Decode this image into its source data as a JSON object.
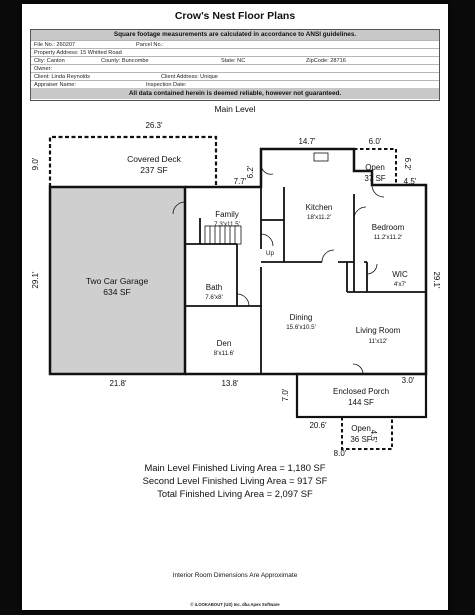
{
  "title": "Crow's Nest Floor Plans",
  "header_note": "Square footage measurements are calculated in accordance to ANSI guidelines.",
  "fields": {
    "file_no": "File No.: 260207",
    "parcel_no": "Parcel No.:",
    "property_address": "Property Address: 15 Whitted Road",
    "city": "City: Canton",
    "county": "County: Buncombe",
    "state": "State: NC",
    "zip": "ZipCode: 28716",
    "owner": "Owner:",
    "client": "Client: Linda Reynolds",
    "client_address": "Client Address: Unique",
    "appraiser": "Appraiser Name:",
    "inspection_date": "Inspection Date:"
  },
  "disclaimer": "All data contained herein is deemed reliable, however not guaranteed.",
  "level_title": "Main Level",
  "rooms": {
    "covered_deck": {
      "name": "Covered Deck",
      "area": "237 SF"
    },
    "garage": {
      "name": "Two Car Garage",
      "area": "634 SF"
    },
    "family": {
      "name": "Family",
      "dims": "7.3'x11.5'"
    },
    "kitchen": {
      "name": "Kitchen",
      "dims": "18'x11.2'"
    },
    "open_top": {
      "name": "Open",
      "area": "37 SF"
    },
    "bedroom": {
      "name": "Bedroom",
      "dims": "11.2'x11.2'"
    },
    "wic": {
      "name": "WIC",
      "dims": "4'x7'"
    },
    "bath": {
      "name": "Bath",
      "dims": "7.6'x8'"
    },
    "den": {
      "name": "Den",
      "dims": "8'x11.6'"
    },
    "dining": {
      "name": "Dining",
      "dims": "15.6'x10.5'"
    },
    "living": {
      "name": "Living Room",
      "dims": "11'x12'"
    },
    "porch": {
      "name": "Enclosed Porch",
      "area": "144 SF"
    },
    "open_bottom": {
      "name": "Open",
      "area": "36 SF"
    },
    "stairs_label": "Up"
  },
  "dimensions": {
    "deck_width": "26.3'",
    "deck_depth": "9.0'",
    "kitchen_width": "14.7'",
    "open_top_width": "6.0'",
    "open_top_depth": "6.2'",
    "family_offset": "7.7'",
    "kitchen_step": "6.2'",
    "right_offset": "4.5'",
    "left_depth": "29.1'",
    "right_depth": "29.1'",
    "garage_width": "21.8'",
    "den_width": "13.8'",
    "porch_depth": "7.0'",
    "porch_step": "3.0'",
    "porch_left": "20.6'",
    "open_bottom_depth": "4.5'",
    "open_bottom_width": "8.0'"
  },
  "summary": {
    "main": "Main Level Finished Living Area = 1,180 SF",
    "second": "Second Level Finished Living Area = 917 SF",
    "total": "Total Finished Living Area = 2,097 SF"
  },
  "footer_note": "Interior Room Dimensions Are Approximate",
  "copyright": "© iLOOKABOUT (US) Inc. dba Apex Software"
}
